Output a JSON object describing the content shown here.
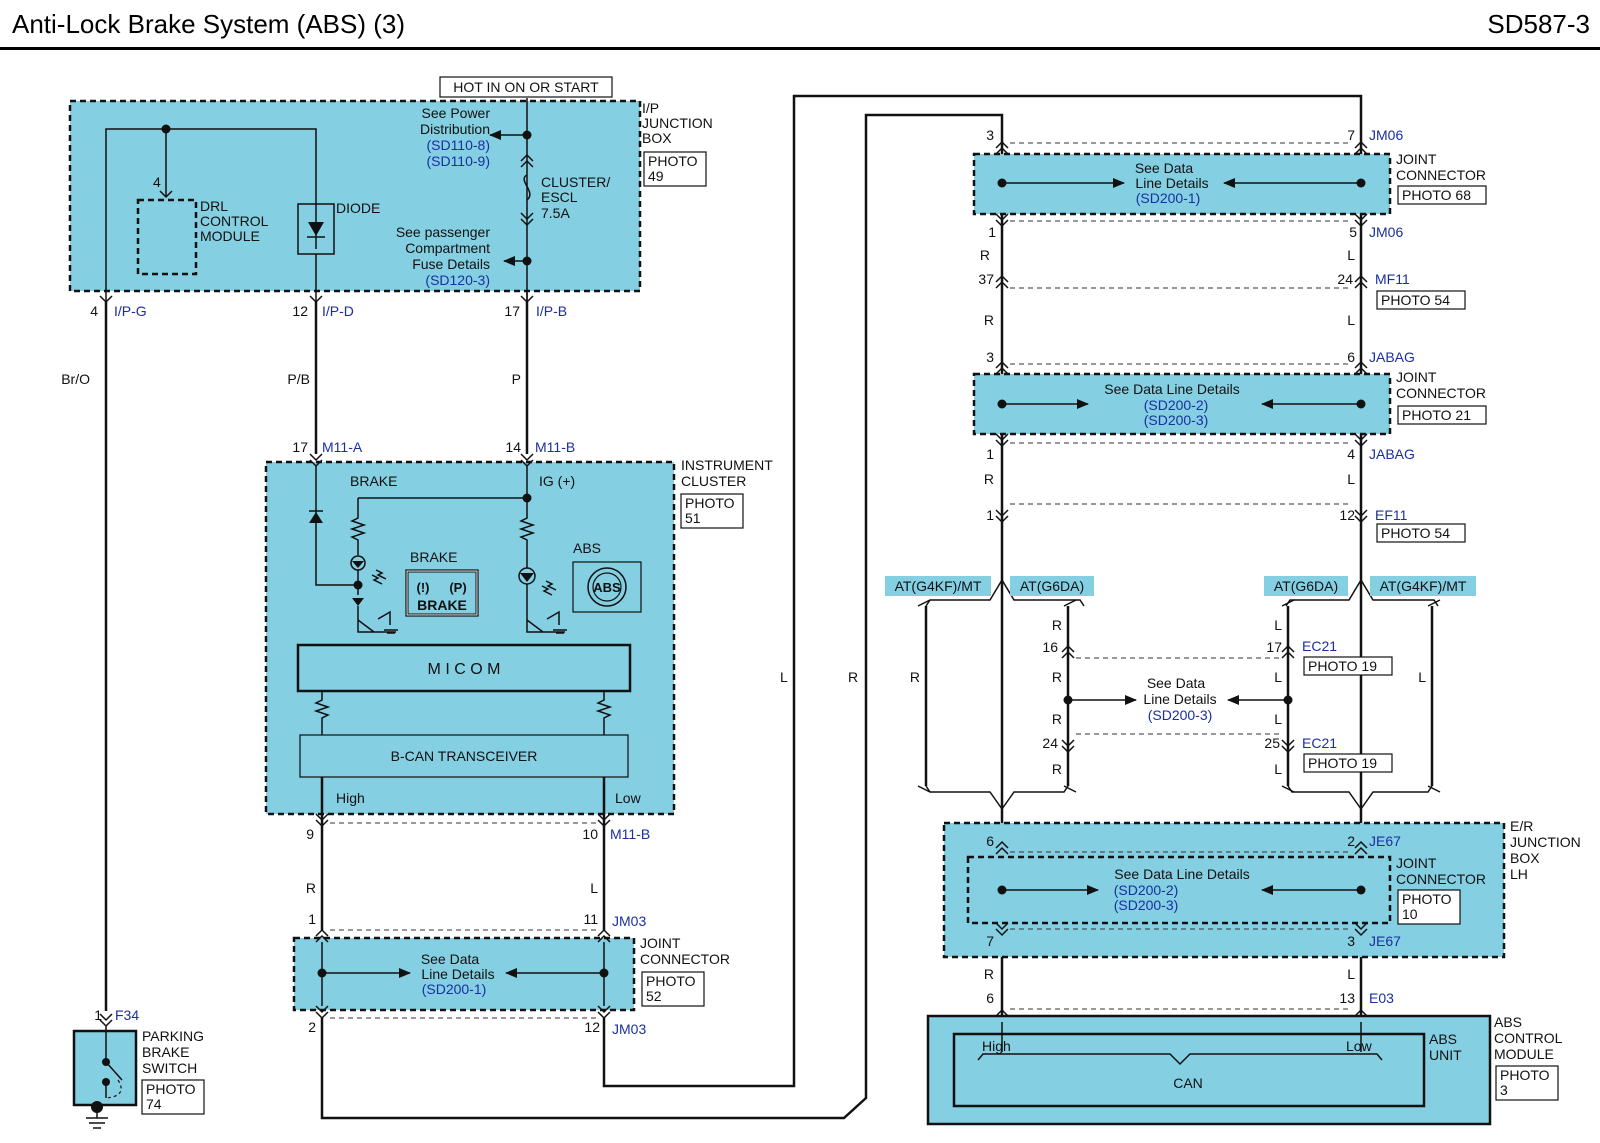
{
  "header": {
    "title": "Anti-Lock Brake System (ABS) (3)",
    "code": "SD587-3"
  },
  "hot": "HOT IN ON OR START",
  "ipjb": {
    "name1": "I/P",
    "name2": "JUNCTION",
    "name3": "BOX",
    "photo1": "PHOTO",
    "photo2": "49",
    "pd1": "See Power",
    "pd2": "Distribution",
    "pd3": "(SD110-8)",
    "pd4": "(SD110-9)",
    "fuse1": "CLUSTER/",
    "fuse2": "ESCL",
    "fuse3": "7.5A",
    "pc1": "See passenger",
    "pc2": "Compartment",
    "pc3": "Fuse Details",
    "pc4": "(SD120-3)",
    "drl_pin": "4",
    "drl1": "DRL",
    "drl2": "CONTROL",
    "drl3": "MODULE",
    "diode": "DIODE"
  },
  "ip_pins": {
    "g_pin": "4",
    "g_conn": "I/P-G",
    "d_pin": "12",
    "d_conn": "I/P-D",
    "b_pin": "17",
    "b_conn": "I/P-B"
  },
  "wires_left": {
    "br_o": "Br/O",
    "p_b": "P/B",
    "p": "P"
  },
  "cluster": {
    "a_pin": "17",
    "a_conn": "M11-A",
    "b_pin": "14",
    "b_conn": "M11-B",
    "name1": "INSTRUMENT",
    "name2": "CLUSTER",
    "photo1": "PHOTO",
    "photo2": "51",
    "brake_label": "BRAKE",
    "ig_label": "IG (+)",
    "brake_icon_label": "BRAKE",
    "abs_label": "ABS",
    "icon_brake_text": "BRAKE",
    "icon_abs_text": "ABS",
    "micom": "M I C O M",
    "transceiver": "B-CAN TRANSCEIVER",
    "high": "High",
    "low": "Low",
    "pin_high": "9",
    "pin_low": "10",
    "low_conn": "M11-B"
  },
  "wires_mid": {
    "r": "R",
    "l": "L"
  },
  "jm03": {
    "top_left_pin": "1",
    "top_right_pin": "11",
    "top_conn": "JM03",
    "bot_left_pin": "2",
    "bot_right_pin": "12",
    "bot_conn": "JM03",
    "see1": "See Data",
    "see2": "Line Details",
    "see3": "(SD200-1)",
    "name1": "JOINT",
    "name2": "CONNECTOR",
    "photo1": "PHOTO",
    "photo2": "52"
  },
  "parking": {
    "pin": "1",
    "conn": "F34",
    "name1": "PARKING",
    "name2": "BRAKE",
    "name3": "SWITCH",
    "photo1": "PHOTO",
    "photo2": "74"
  },
  "long_wires": {
    "l": "L",
    "r": "R"
  },
  "jm06": {
    "top_left_pin": "3",
    "top_right_pin": "7",
    "top_conn": "JM06",
    "bot_left_pin": "1",
    "bot_right_pin": "5",
    "bot_conn": "JM06",
    "see1": "See Data",
    "see2": "Line Details",
    "see3": "(SD200-1)",
    "name1": "JOINT",
    "name2": "CONNECTOR",
    "photo": "PHOTO 68"
  },
  "mf11": {
    "left_pin": "37",
    "right_pin": "24",
    "conn": "MF11",
    "photo": "PHOTO 54"
  },
  "jabag": {
    "top_left_pin": "3",
    "top_right_pin": "6",
    "top_conn": "JABAG",
    "bot_left_pin": "1",
    "bot_right_pin": "4",
    "bot_conn": "JABAG",
    "see1": "See Data Line Details",
    "see2": "(SD200-2)",
    "see3": "(SD200-3)",
    "name1": "JOINT",
    "name2": "CONNECTOR",
    "photo": "PHOTO 21"
  },
  "ef11": {
    "left_pin": "1",
    "right_pin": "12",
    "conn": "EF11",
    "photo": "PHOTO 54"
  },
  "variants": {
    "g4kf_left": "AT(G4KF)/MT",
    "g6da_left": "AT(G6DA)",
    "g6da_right": "AT(G6DA)",
    "g4kf_right": "AT(G4KF)/MT"
  },
  "ec21": {
    "top_left_pin": "16",
    "top_right_pin": "17",
    "top_conn": "EC21",
    "top_photo": "PHOTO 19",
    "bot_left_pin": "24",
    "bot_right_pin": "25",
    "bot_conn": "EC21",
    "bot_photo": "PHOTO 19",
    "see1": "See Data",
    "see2": "Line Details",
    "see3": "(SD200-3)"
  },
  "je67": {
    "top_left_pin": "6",
    "top_right_pin": "2",
    "top_conn": "JE67",
    "bot_left_pin": "7",
    "bot_right_pin": "3",
    "bot_conn": "JE67",
    "see1": "See Data Line Details",
    "see2": "(SD200-2)",
    "see3": "(SD200-3)",
    "jc1": "JOINT",
    "jc2": "CONNECTOR",
    "jc_photo1": "PHOTO",
    "jc_photo2": "10",
    "er1": "E/R",
    "er2": "JUNCTION",
    "er3": "BOX",
    "er4": "LH"
  },
  "e03": {
    "left_pin": "6",
    "right_pin": "13",
    "conn": "E03"
  },
  "abs": {
    "high": "High",
    "low": "Low",
    "can": "CAN",
    "unit1": "ABS",
    "unit2": "UNIT",
    "mod1": "ABS",
    "mod2": "CONTROL",
    "mod3": "MODULE",
    "photo1": "PHOTO",
    "photo2": "3"
  }
}
